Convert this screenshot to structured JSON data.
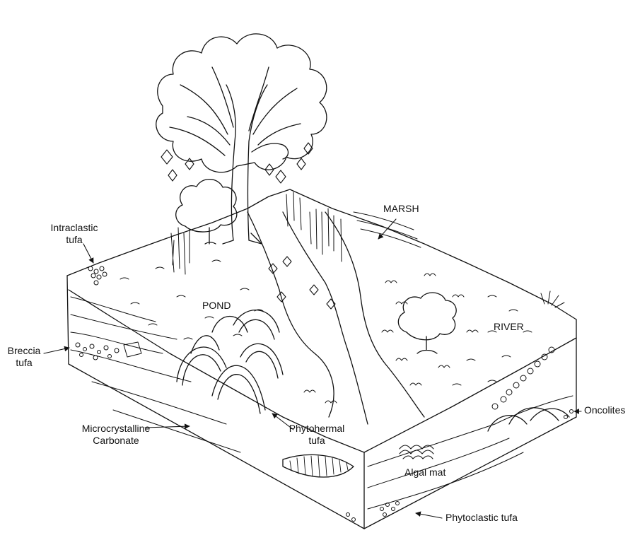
{
  "diagram": {
    "regions": {
      "pond": "POND",
      "marsh": "MARSH",
      "river": "RIVER"
    },
    "labels": {
      "intraclastic_line1": "Intraclastic",
      "intraclastic_line2": "tufa",
      "breccia_line1": "Breccia",
      "breccia_line2": "tufa",
      "microcrystalline_line1": "Microcrystalline",
      "microcrystalline_line2": "Carbonate",
      "phytohermal_line1": "Phytohermal",
      "phytohermal_line2": "tufa",
      "algal_mat": "Algal mat",
      "oncolites": "Oncolites",
      "phytoclastic": "Phytoclastic tufa"
    },
    "colors": {
      "ink": "#111111",
      "paper": "#ffffff"
    }
  }
}
